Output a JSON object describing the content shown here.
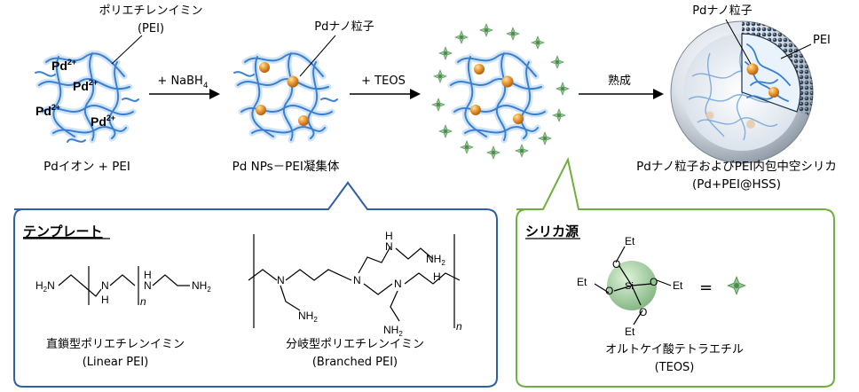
{
  "stage1": {
    "pei_label_jp": "ポリエチレンイミン",
    "pei_label_abbr": "(PEI)",
    "pd_ion": "Pd",
    "pd_charge": "2+",
    "caption": "Pdイオン + PEI"
  },
  "step1": {
    "reagent_prefix": "+ NaBH",
    "reagent_sub": "4"
  },
  "stage2": {
    "np_label": "Pdナノ粒子",
    "caption": "Pd NPs－PEI凝集体"
  },
  "step2": {
    "reagent": "+ TEOS"
  },
  "step3": {
    "label": "熟成"
  },
  "stage4": {
    "np_label": "Pdナノ粒子",
    "pei_label": "PEI",
    "caption1": "Pdナノ粒子およびPEI内包中空シリカ",
    "caption2": "(Pd+PEI@HSS)"
  },
  "template_box": {
    "title": "テンプレート",
    "linear_name": "直鎖型ポリエチレンイミン",
    "linear_name_en": "(Linear PEI)",
    "branched_name": "分岐型ポリエチレンイミン",
    "branched_name_en": "(Branched PEI)",
    "h2n": "H",
    "n": "N",
    "h": "H",
    "nh2_n": "NH",
    "sub2": "2",
    "repeat": "n"
  },
  "silica_box": {
    "title": "シリカ源",
    "et": "Et",
    "o": "O",
    "si": "Si",
    "equals": "=",
    "name_jp": "オルトケイ酸テトラエチル",
    "name_en": "(TEOS)"
  },
  "colors": {
    "pei_strand": "#3a7fd0",
    "pei_glow": "#cfe4fb",
    "pd_particle": "#e38a1f",
    "teos": "#8fc98f",
    "template_border": "#2e5fa8",
    "silica_border": "#6fae3f",
    "shell": "#9aa6b2"
  }
}
